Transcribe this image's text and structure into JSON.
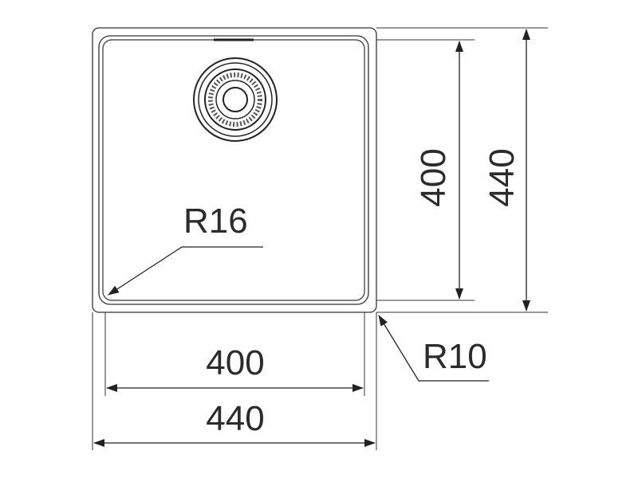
{
  "drawing": {
    "labels": {
      "inner_radius": "R16",
      "outer_radius": "R10",
      "inner_height": "400",
      "outer_height": "440",
      "inner_width": "400",
      "outer_width": "440"
    }
  }
}
